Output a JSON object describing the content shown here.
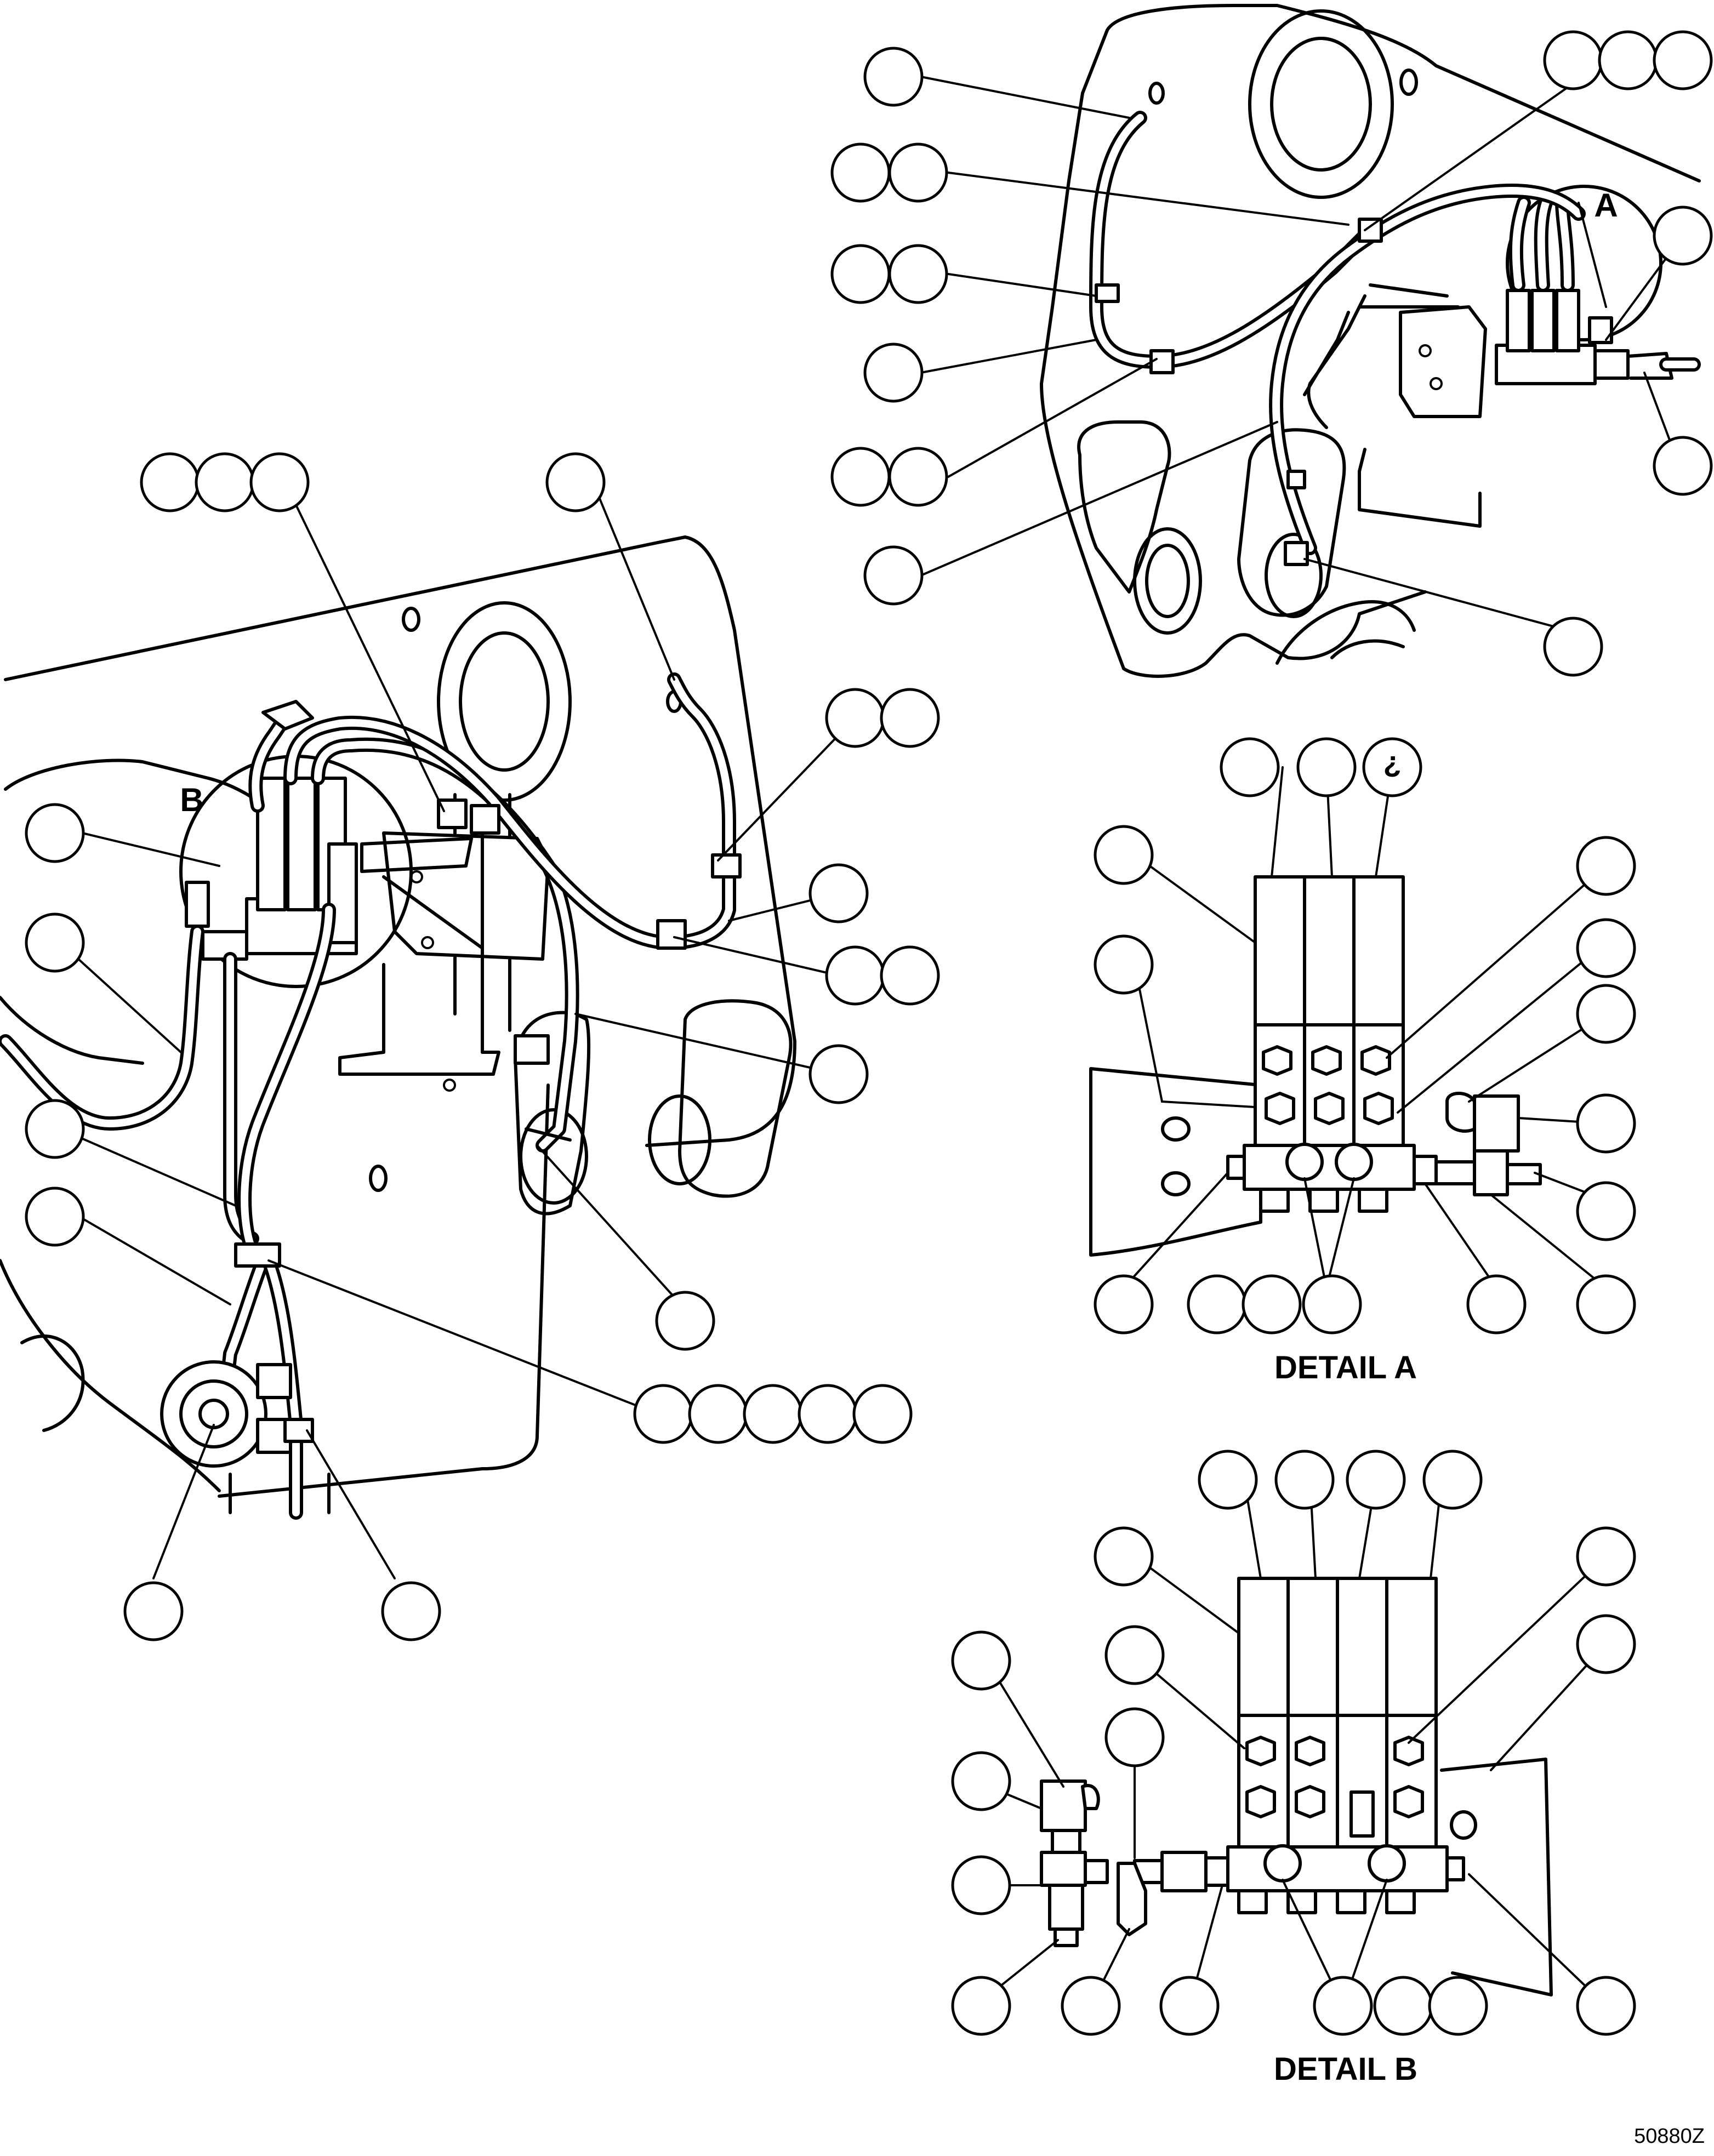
{
  "labels": {
    "detail_a_title": "DETAIL A",
    "detail_b_title": "DETAIL B",
    "callout_a": "A",
    "callout_b": "B",
    "balloon_mark": "?",
    "drawing_number": "50880Z"
  }
}
